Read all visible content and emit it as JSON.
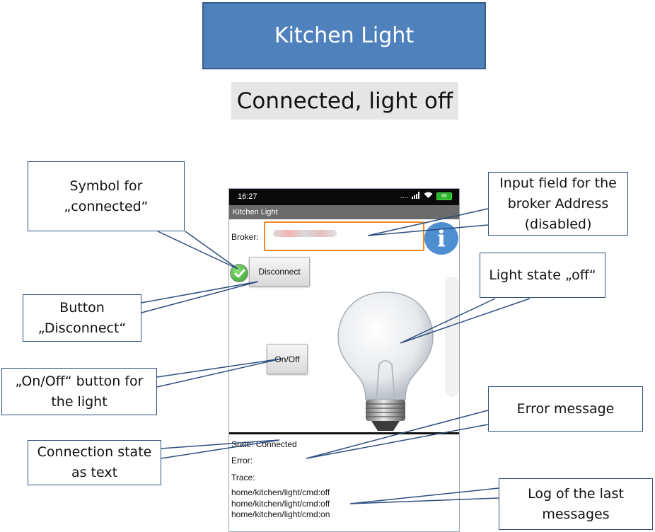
{
  "header": {
    "title": "Kitchen Light",
    "state_caption": "Connected, light off"
  },
  "callouts": {
    "connected_symbol": "Symbol for „connected“",
    "broker_input": "Input field for the broker Address (disabled)",
    "light_state": "Light state „off“",
    "disconnect_button": "Button „Disconnect“",
    "onoff_button": "„On/Off“ button for the light",
    "error_message": "Error message",
    "connection_state": "Connection state as text",
    "log": "Log of the last messages"
  },
  "phone": {
    "status_bar": {
      "time": "16:27",
      "signal": "....",
      "battery": "86"
    },
    "app_title": "Kitchen Light",
    "broker_label": "Broker:",
    "disconnect_label": "Disconnect",
    "onoff_label": "On/Off",
    "state_line": "State: Connected",
    "error_line": "Error:",
    "trace_line": "Trace:",
    "log": [
      "home/kitchen/light/cmd:off",
      "home/kitchen/light/cmd:off",
      "home/kitchen/light/cmd:on"
    ],
    "icons": {
      "connected": "check-circle-icon",
      "info": "info-icon",
      "light": "lightbulb-icon"
    }
  },
  "colors": {
    "title_bg": "#4f81bd",
    "broker_border": "#f08a24",
    "callout_border": "#2e4e7e"
  }
}
